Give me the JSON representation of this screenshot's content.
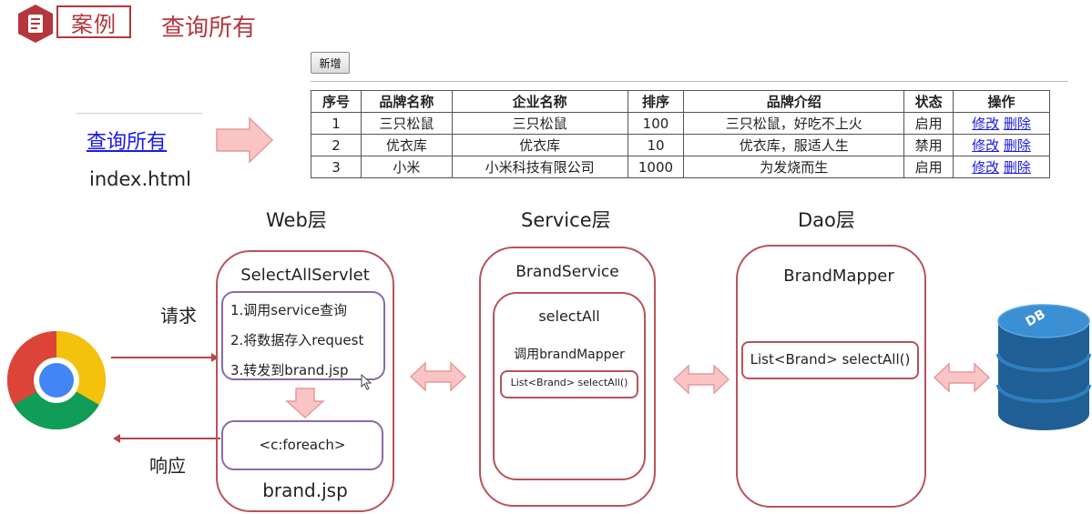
{
  "header": {
    "case_label": "案例",
    "title": "查询所有"
  },
  "index_page": {
    "link_text": "查询所有",
    "file_name": "index.html"
  },
  "table_view": {
    "add_button_label": "新增",
    "columns": [
      "序号",
      "品牌名称",
      "企业名称",
      "排序",
      "品牌介绍",
      "状态",
      "操作"
    ],
    "rows": [
      {
        "id": "1",
        "brand_name": "三只松鼠",
        "company_name": "三只松鼠",
        "ordered": "100",
        "description": "三只松鼠，好吃不上火",
        "status": "启用"
      },
      {
        "id": "2",
        "brand_name": "优衣库",
        "company_name": "优衣库",
        "ordered": "10",
        "description": "优衣库，服适人生",
        "status": "禁用"
      },
      {
        "id": "3",
        "brand_name": "小米",
        "company_name": "小米科技有限公司",
        "ordered": "1000",
        "description": "为发烧而生",
        "status": "启用"
      }
    ],
    "action_edit": "修改",
    "action_delete": "删除"
  },
  "diagram": {
    "request_label": "请求",
    "response_label": "响应",
    "web_layer": {
      "title": "Web层",
      "servlet_name": "SelectAllServlet",
      "steps": [
        "1.调用service查询",
        "2.将数据存入request",
        "3.转发到brand.jsp"
      ],
      "foreach_tag": "<c:foreach>",
      "jsp_name": "brand.jsp"
    },
    "service_layer": {
      "title": "Service层",
      "class_name": "BrandService",
      "method_name": "selectAll",
      "call_text": "调用brandMapper",
      "signature": "List<Brand> selectAll()"
    },
    "dao_layer": {
      "title": "Dao层",
      "class_name": "BrandMapper",
      "signature": "List<Brand> selectAll()"
    },
    "db_label": "DB"
  },
  "colors": {
    "accent_red": "#b5363c",
    "box_border": "#b9525b",
    "purple_border": "#8a6aa5",
    "arrow_fill": "#fbc4c4",
    "arrow_stroke": "#e49a9a",
    "link_blue": "#1a1ae6",
    "db_blue": "#2a6fa8"
  }
}
